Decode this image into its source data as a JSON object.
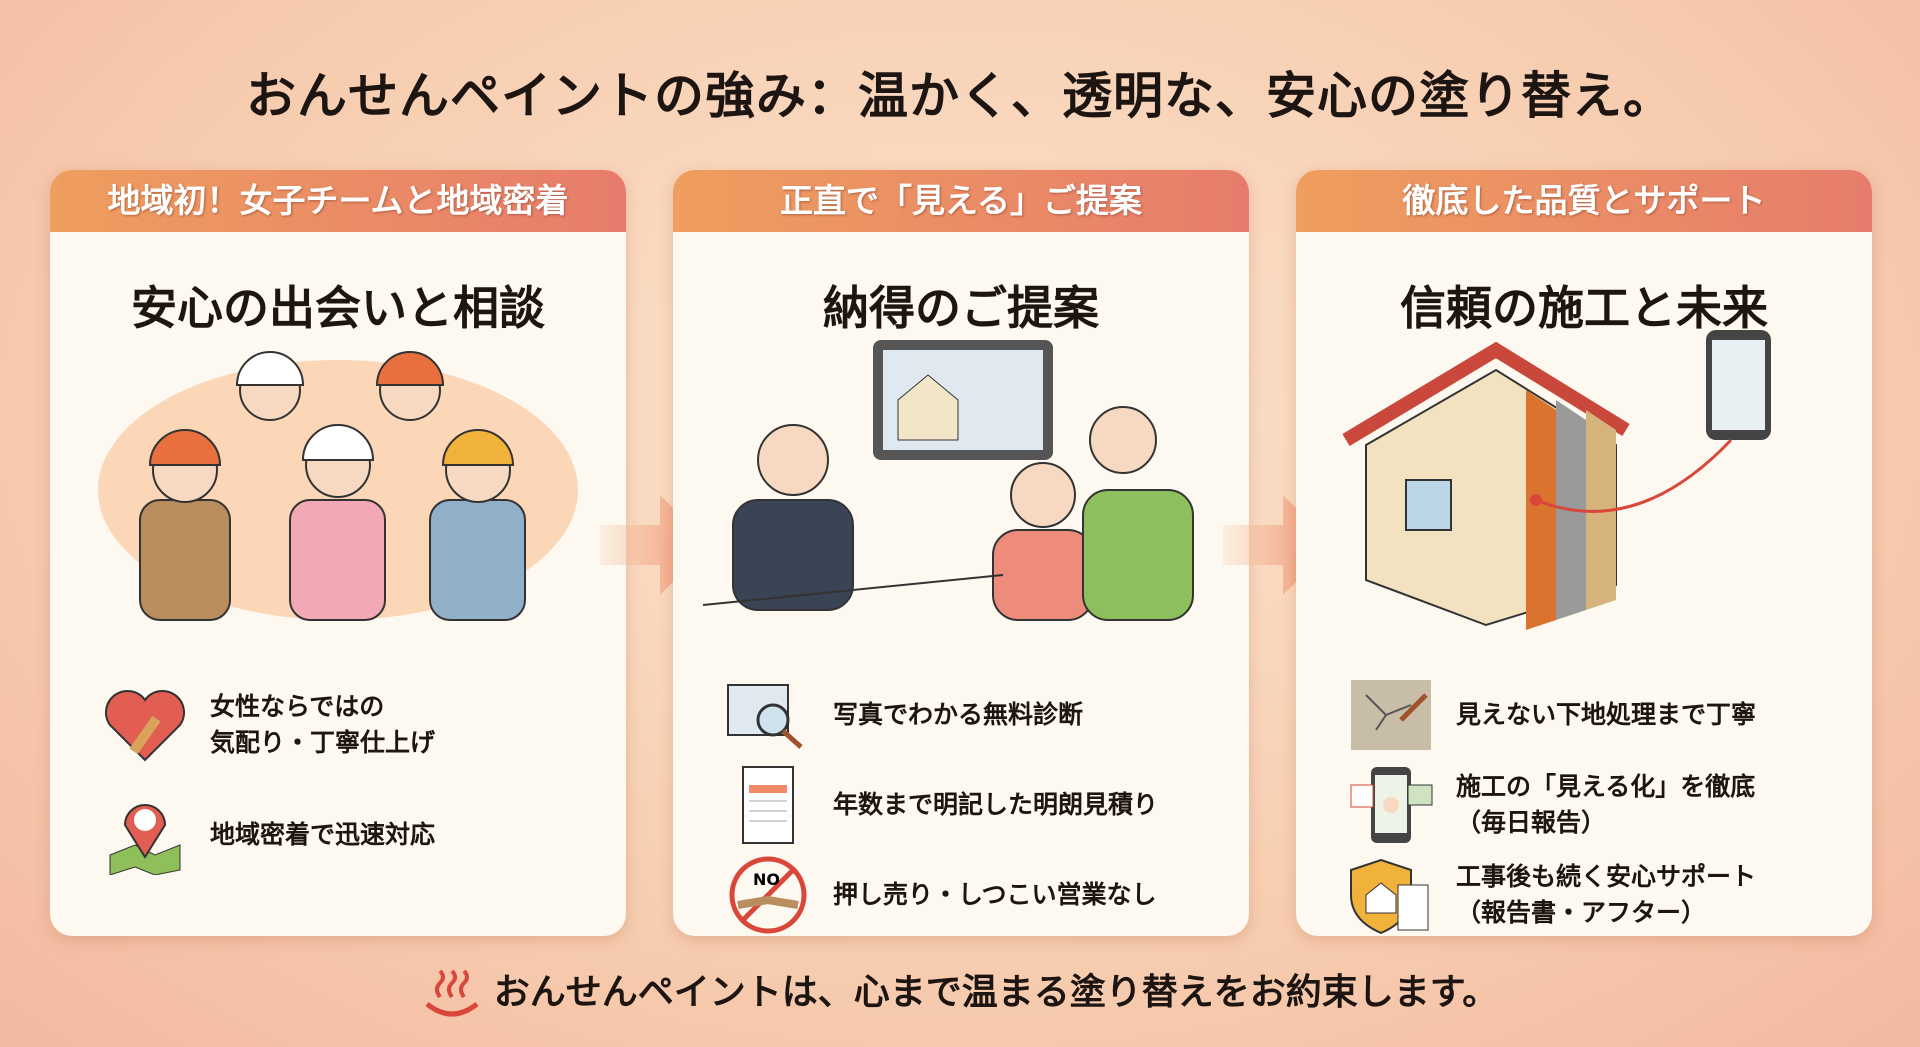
{
  "title": "おんせんペイントの強み：温かく、透明な、安心の塗り替え。",
  "cards": [
    {
      "header": "地域初！女子チームと地域密着",
      "subtitle": "安心の出会いと相談",
      "items": [
        {
          "icon": "heart-brush-icon",
          "line1": "女性ならではの",
          "line2": "気配り・丁寧仕上げ"
        },
        {
          "icon": "map-pin-icon",
          "line1": "地域密着で迅速対応",
          "line2": ""
        }
      ]
    },
    {
      "header": "正直で「見える」ご提案",
      "subtitle": "納得のご提案",
      "items": [
        {
          "icon": "photo-magnifier-icon",
          "line1": "写真でわかる無料診断",
          "line2": ""
        },
        {
          "icon": "estimate-document-icon",
          "line1": "年数まで明記した明朗見積り",
          "line2": ""
        },
        {
          "icon": "no-hard-sell-icon",
          "line1": "押し売り・しつこい営業なし",
          "line2": "",
          "badge": "NO"
        }
      ]
    },
    {
      "header": "徹底した品質とサポート",
      "subtitle": "信頼の施工と未来",
      "items": [
        {
          "icon": "wall-repair-icon",
          "line1": "見えない下地処理まで丁寧",
          "line2": ""
        },
        {
          "icon": "phone-report-icon",
          "line1": "施工の「見える化」を徹底",
          "line2": "（毎日報告）"
        },
        {
          "icon": "shield-house-icon",
          "line1": "工事後も続く安心サポート",
          "line2": "（報告書・アフター）"
        }
      ]
    }
  ],
  "footer": {
    "icon": "onsen-icon",
    "text": "おんせんペイントは、心まで温まる塗り替えをお約束します。"
  },
  "colors": {
    "band_start": "#ee9e5e",
    "band_end": "#e77c6c",
    "arrow": "#ee8a6a",
    "card": "#fdf8f0"
  }
}
